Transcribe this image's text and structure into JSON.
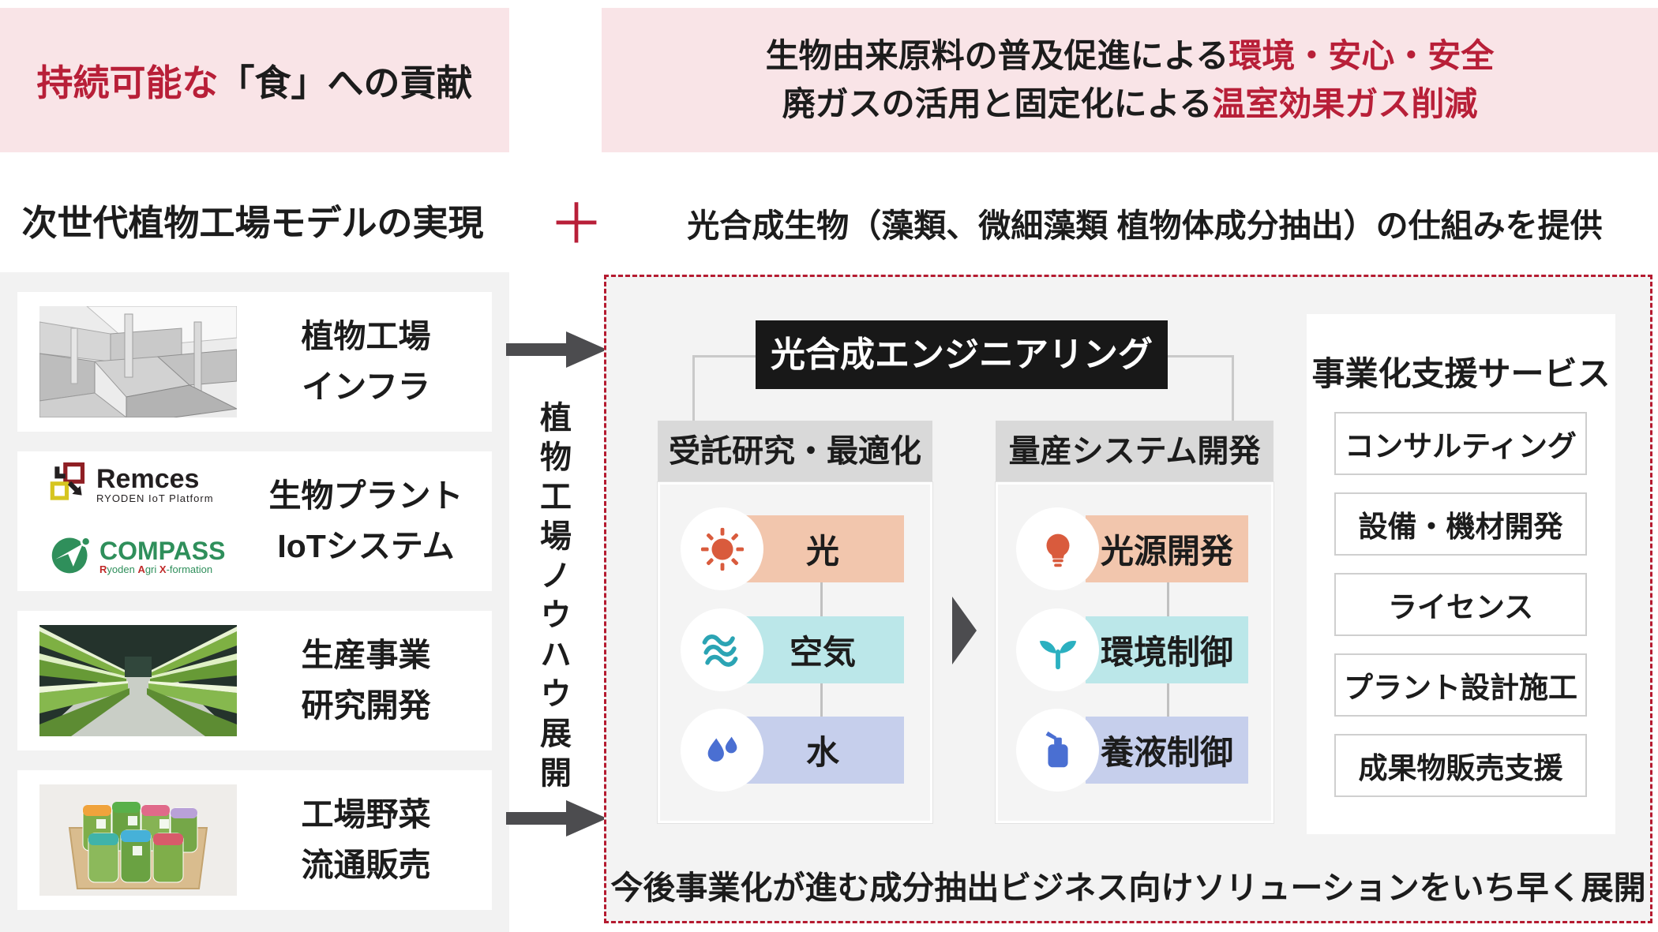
{
  "colors": {
    "pink_banner": "#f9e4e7",
    "crimson": "#b81f38",
    "text_black": "#1c1c1c",
    "panel_gray": "#f2f2f2",
    "header_gray": "#d9d9d9",
    "engineering_black": "#181818",
    "arrow_gray": "#4c4c4f",
    "orange_bar": "#f2c6ad",
    "teal_bar": "#bbe7e9",
    "blue_bar": "#c6cfec",
    "orange_icon": "#d95b3d",
    "teal_icon": "#2ba4b4",
    "blue_icon": "#4a6fd2",
    "dashed_border": "#b51b30"
  },
  "top": {
    "left_banner": {
      "highlight": "持続可能な",
      "rest": "「食」への貢献"
    },
    "right_banner": {
      "line1_black": "生物由来原料の普及促進による",
      "line1_red": "環境・安心・安全",
      "line2_black": "廃ガスの活用と固定化による",
      "line2_red": "温室効果ガス削減"
    }
  },
  "mid": {
    "left_title": "次世代植物工場モデルの実現",
    "plus": "＋",
    "right_title": "光合成生物（藻類、微細藻類 植物体成分抽出）の仕組みを提供"
  },
  "left_cards": {
    "card1": {
      "line1": "植物工場",
      "line2": "インフラ",
      "image": "plant-factory-render"
    },
    "card2": {
      "line1": "生物プラント",
      "line2": "IoTシステム",
      "remces": "Remces",
      "remces_sub": "RYODEN IoT Platform",
      "compass": "COMPASS",
      "compass_sub_parts": {
        "p1": "R",
        "p2": "yoden ",
        "p3": "A",
        "p4": "gri ",
        "p5": "X",
        "p6": "-formation"
      }
    },
    "card3": {
      "line1": "生産事業",
      "line2": "研究開発",
      "image": "vertical-farm-photo"
    },
    "card4": {
      "line1": "工場野菜",
      "line2": "流通販売",
      "image": "packaged-vegetables-photo"
    }
  },
  "knowhow_label": "植物工場ノウハウ展開",
  "engineering": {
    "title": "光合成エンジニアリング",
    "columns": [
      {
        "header": "受託研究・最適化",
        "items": [
          {
            "label": "光",
            "icon": "sun-icon",
            "bar": "orange"
          },
          {
            "label": "空気",
            "icon": "air-waves-icon",
            "bar": "teal"
          },
          {
            "label": "水",
            "icon": "water-drops-icon",
            "bar": "blue"
          }
        ]
      },
      {
        "header": "量産システム開発",
        "items": [
          {
            "label": "光源開発",
            "icon": "light-bulb-icon",
            "bar": "orange"
          },
          {
            "label": "環境制御",
            "icon": "sprout-icon",
            "bar": "teal"
          },
          {
            "label": "養液制御",
            "icon": "nutrient-bottle-icon",
            "bar": "blue"
          }
        ]
      }
    ],
    "services": {
      "title": "事業化支援サービス",
      "items": [
        "コンサルティング",
        "設備・機材開発",
        "ライセンス",
        "プラント設計施工",
        "成果物販売支援"
      ]
    },
    "footnote": "今後事業化が進む成分抽出ビジネス向けソリューションをいち早く展開"
  }
}
